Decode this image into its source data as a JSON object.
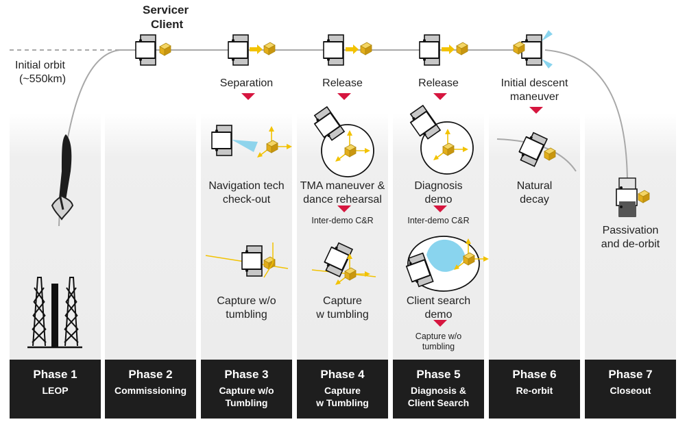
{
  "header": {
    "servicer": "Servicer",
    "client": "Client",
    "orbit_line1": "Initial orbit",
    "orbit_line2": "(~550km)"
  },
  "phases": [
    {
      "num": "Phase 1",
      "name_line1": "LEOP",
      "name_line2": ""
    },
    {
      "num": "Phase 2",
      "name_line1": "Commissioning",
      "name_line2": ""
    },
    {
      "num": "Phase 3",
      "name_line1": "Capture w/o",
      "name_line2": "Tumbling"
    },
    {
      "num": "Phase 4",
      "name_line1": "Capture",
      "name_line2": "w Tumbling"
    },
    {
      "num": "Phase 5",
      "name_line1": "Diagnosis &",
      "name_line2": "Client Search"
    },
    {
      "num": "Phase 6",
      "name_line1": "Re-orbit",
      "name_line2": ""
    },
    {
      "num": "Phase 7",
      "name_line1": "Closeout",
      "name_line2": ""
    }
  ],
  "steps": {
    "p3_top": "Separation",
    "p3_nav_1": "Navigation tech",
    "p3_nav_2": "check-out",
    "p3_cap_1": "Capture w/o",
    "p3_cap_2": "tumbling",
    "p4_top": "Release",
    "p4_tma_1": "TMA maneuver &",
    "p4_tma_2": "dance rehearsal",
    "p4_interdemo": "Inter-demo C&R",
    "p4_cap_1": "Capture",
    "p4_cap_2": "w tumbling",
    "p5_top": "Release",
    "p5_diag_1": "Diagnosis",
    "p5_diag_2": "demo",
    "p5_interdemo": "Inter-demo C&R",
    "p5_search_1": "Client search",
    "p5_search_2": "demo",
    "p5_cap_1": "Capture w/o",
    "p5_cap_2": "tumbling",
    "p6_top_1": "Initial descent",
    "p6_top_2": "maneuver",
    "p6_decay_1": "Natural",
    "p6_decay_2": "decay",
    "p7_1": "Passivation",
    "p7_2": "and de-orbit"
  },
  "colors": {
    "phase_bar": "#1e1e1e",
    "arrow": "#d6163f",
    "client": "#e9b92e",
    "axes": "#f2c200",
    "beam": "#6cc9ea",
    "orbit": "#a8a8a8"
  },
  "icons": [
    "rocket-icon",
    "launch-tower-icon",
    "servicer-satellite-icon",
    "client-satellite-icon",
    "beam-icon",
    "red-arrow-icon"
  ]
}
